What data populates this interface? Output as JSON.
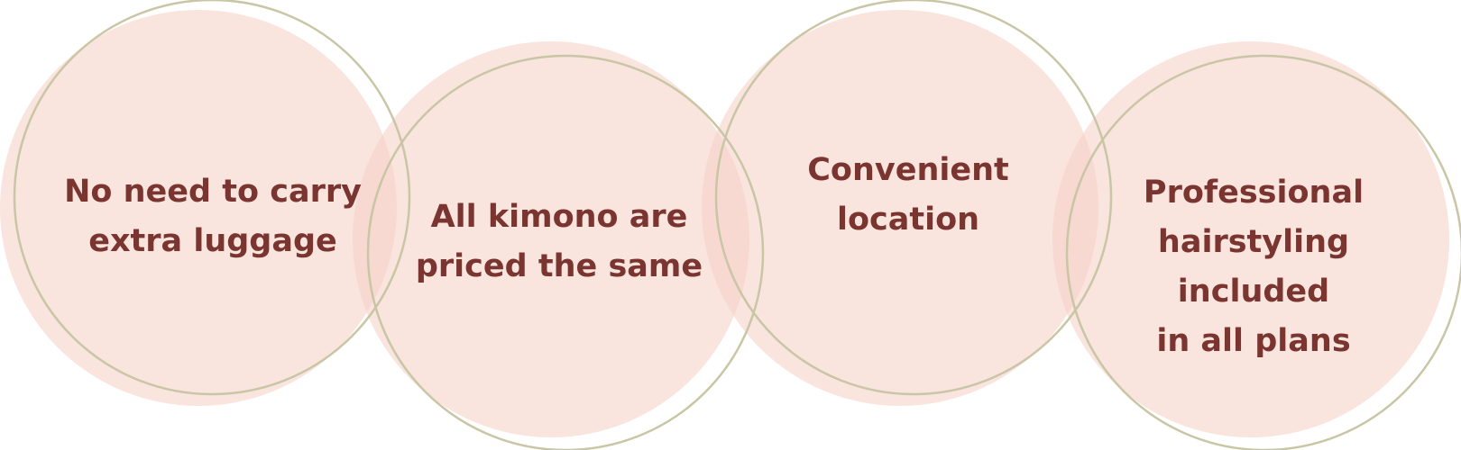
{
  "colors": {
    "fill": "#f6d2c8",
    "outline": "#c9c6a6",
    "text": "#7a3530"
  },
  "items": [
    {
      "label": "No need to carry\nextra luggage"
    },
    {
      "label": "All kimono are\npriced the same"
    },
    {
      "label": "Convenient\nlocation"
    },
    {
      "label": "Professional\nhairstyling\nincluded\nin all plans"
    }
  ]
}
